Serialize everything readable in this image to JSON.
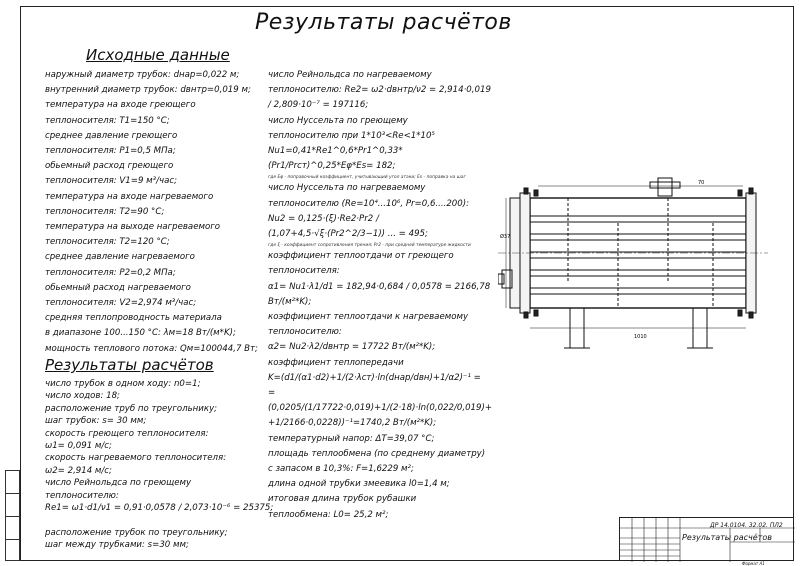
{
  "title": "Результаты расчётов",
  "initial": {
    "heading": "Исходные данные",
    "lines": [
      "наружный   диаметр трубок: dнар=0,022 м;",
      "внутренний диаметр трубок: dвнтр=0,019 м;",
      "температура на входе греющего",
      "теплоносителя: T1=150 °C;",
      "среднее давление греющего",
      "теплоносителя: P1=0,5 МПа;",
      "обьемный расход греющего",
      "теплоносителя: V1=9 м³/час;",
      "температура на входе нагреваемого",
      "теплоносителя: T2=90 °C;",
      "температура на выходе нагреваемого",
      "теплоносителя: T2=120 °C;",
      "среднее давление нагреваемого",
      "теплоносителя: P2=0,2 МПа;",
      "обьемный расход нагреваемого",
      "теплоносителя: V2=2,974 м³/час;",
      "средняя теплопроводность материала",
      "в диапазоне 100...150 °C: λм=18 Вт/(м*K);",
      "мощность теплового потока: Qм=100044,7 Вт;"
    ]
  },
  "results": {
    "heading": "Результаты расчётов",
    "lines": [
      "число трубок в одном ходу: n0=1;",
      "число ходов: 18;",
      "расположение труб по треугольнику;",
      "шаг трубок: s= 30 мм;",
      "скорость греющего теплоносителя:",
      "ω1= 0,091 м/с;",
      "скорость нагреваемого теплоносителя:",
      "ω2= 2,914 м/с;",
      "число Рейнольдса по греющему",
      "теплоносителю:",
      "Re1= ω1·d1/ν1 = 0,91·0,0578 / 2,073·10⁻⁶ = 25375;",
      "",
      "расположение трубок по треугольнику;",
      "шаг между трубками: s=30 мм;"
    ]
  },
  "calc": {
    "lines": [
      "число Рейнольдса по нагреваемому",
      "теплоносителю: Re2= ω2·dвнтр/ν2 = 2,914·0,019 / 2,809·10⁻⁷ = 197116;",
      "число Нуссельта по греющему",
      "теплоносителю при 1*10³<Re<1*10⁵",
      "Nu1=0,41*Re1^0,6*Pr1^0,33*(Pr1/Prст)^0,25*Eφ*Es= 182;",
      "",
      "число Нуссельта по нагреваемому",
      "теплоносителю (Re=10⁴...10⁶, Pr=0,6....200):",
      "Nu2 = 0,125·(ξ)·Re2·Pr2 / (1,07+4,5·√ξ·(Pr2^2/3−1)) ... = 495;",
      "",
      "коэффициент теплоотдачи от греющего",
      "теплоносителя:",
      "α1= Nu1·λ1/d1 = 182,94·0,684 / 0,0578 = 2166,78 Вт/(м²*K);",
      "коэффициент теплоотдачи к нагреваемому",
      "теплоносителю:",
      "α2= Nu2·λ2/dвнтр = 17722 Вт/(м²*K);",
      "коэффициент теплопередачи",
      "K=(d1/(α1·d2)+1/(2·λст)·ln(dнар/dвн)+1/α2)⁻¹ =",
      "=(0,0205/(1/17722·0,019)+1/(2·18)·ln(0,022/0,019)+",
      "+1/2166·0,0228))⁻¹=1740,2 Вт/(м²*K);",
      "температурный напор: ΔT=39,07 °C;",
      "площадь теплообмена (по среднему диаметру)",
      "с запасом в 10,3%: F=1,6229 м²;",
      "длина одной трубки змеевика l0=1,4 м;",
      "итоговая длина трубок рубашки",
      "теплообмена: L0= 25,2 м²;"
    ],
    "notes": [
      "где Eφ - поправочный коэффициент, учитывающий угол атаки; Es - поправка на шаг",
      "где ξ - коэффициент сопротивления трения; Pr2 - при средней температуре жидкости"
    ]
  },
  "stamp": {
    "code": "ДР 14.0104. 32.02. ПЛ2",
    "name": "Результаты расчётов",
    "format": "Формат  А1"
  },
  "dims": {
    "d_outer": "Ø37",
    "length": "1010",
    "width": "70"
  }
}
